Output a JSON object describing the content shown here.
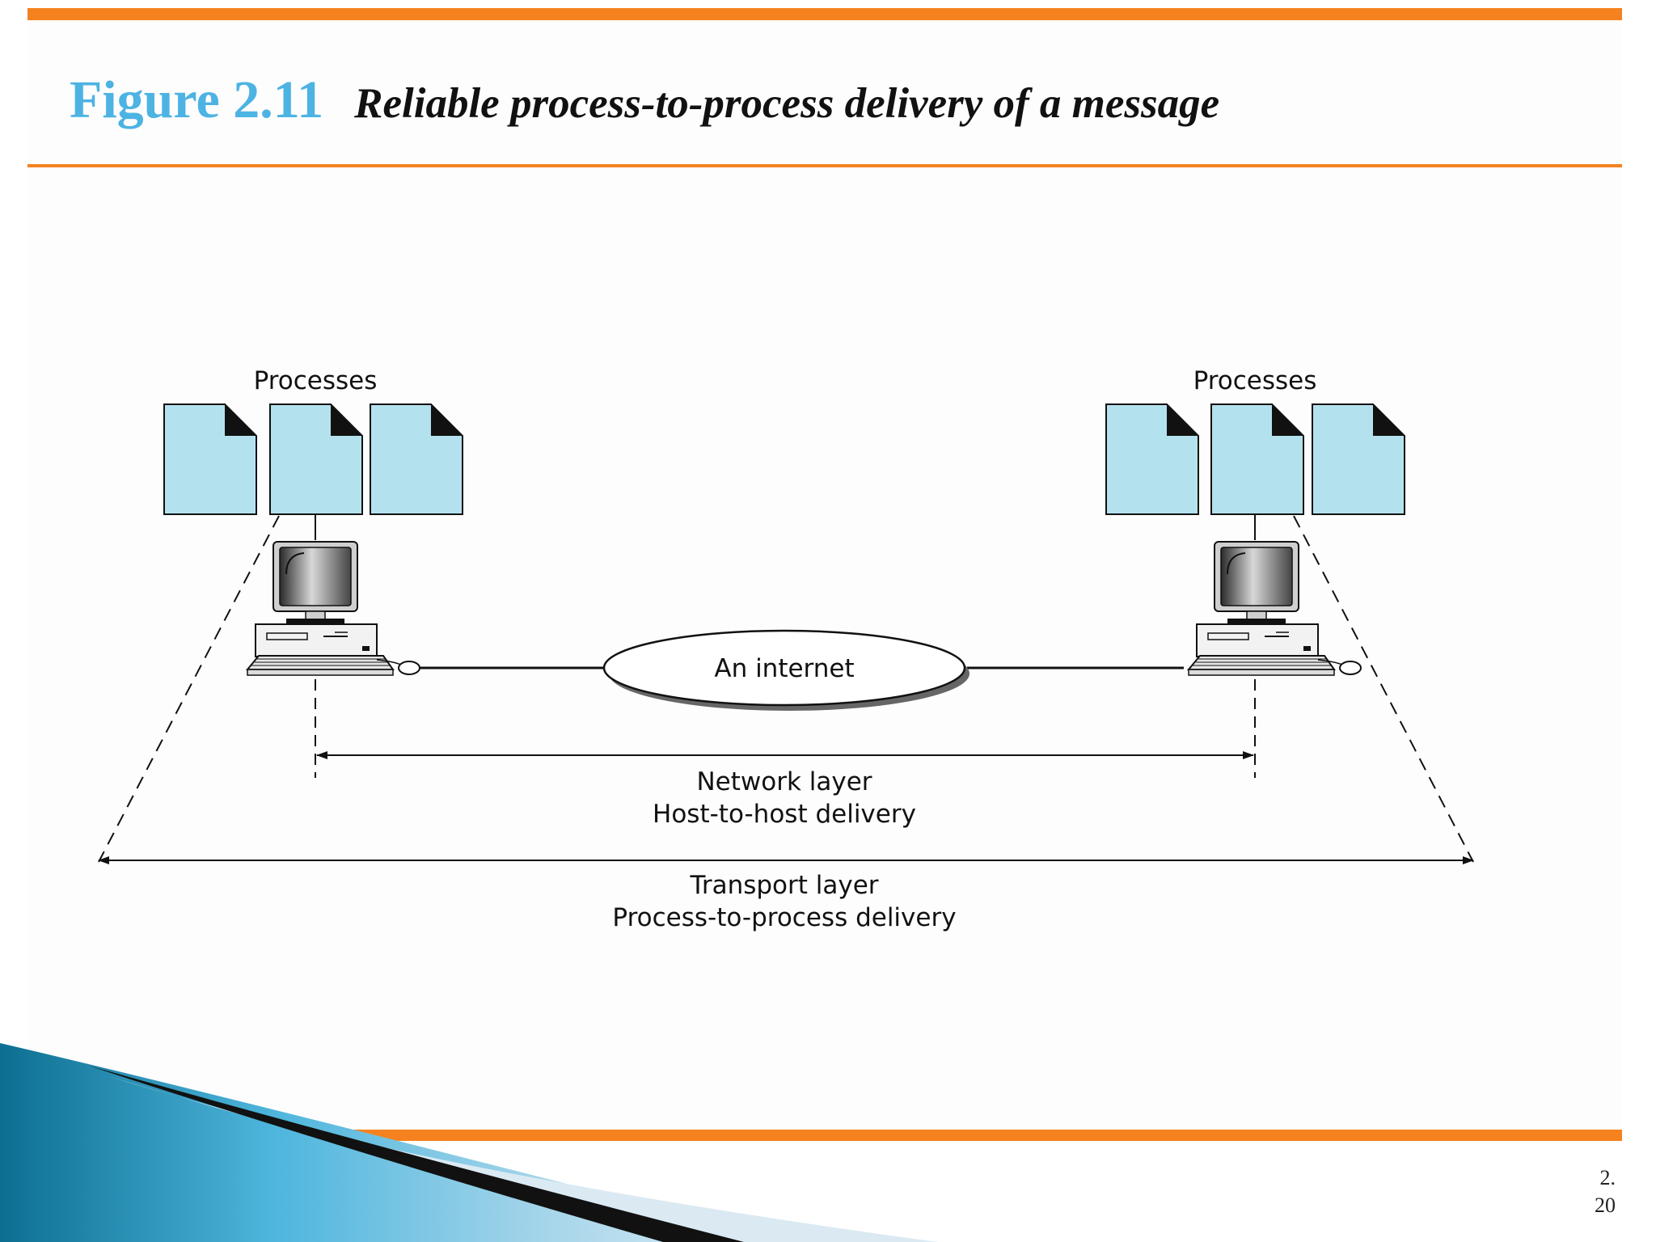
{
  "slide": {
    "figure_number": "Figure 2.11",
    "figure_caption": "Reliable process-to-process delivery of a message",
    "page_number": "2.\n20",
    "accent_color": "#f5821f",
    "title_color": "#4db3e3",
    "process_fill": "#b3e2ee"
  },
  "diagram": {
    "left_host": {
      "label": "Processes"
    },
    "right_host": {
      "label": "Processes"
    },
    "network": {
      "label": "An internet"
    },
    "network_layer": {
      "line1": "Network layer",
      "line2": "Host-to-host delivery"
    },
    "transport_layer": {
      "line1": "Transport layer",
      "line2": "Process-to-process delivery"
    }
  }
}
